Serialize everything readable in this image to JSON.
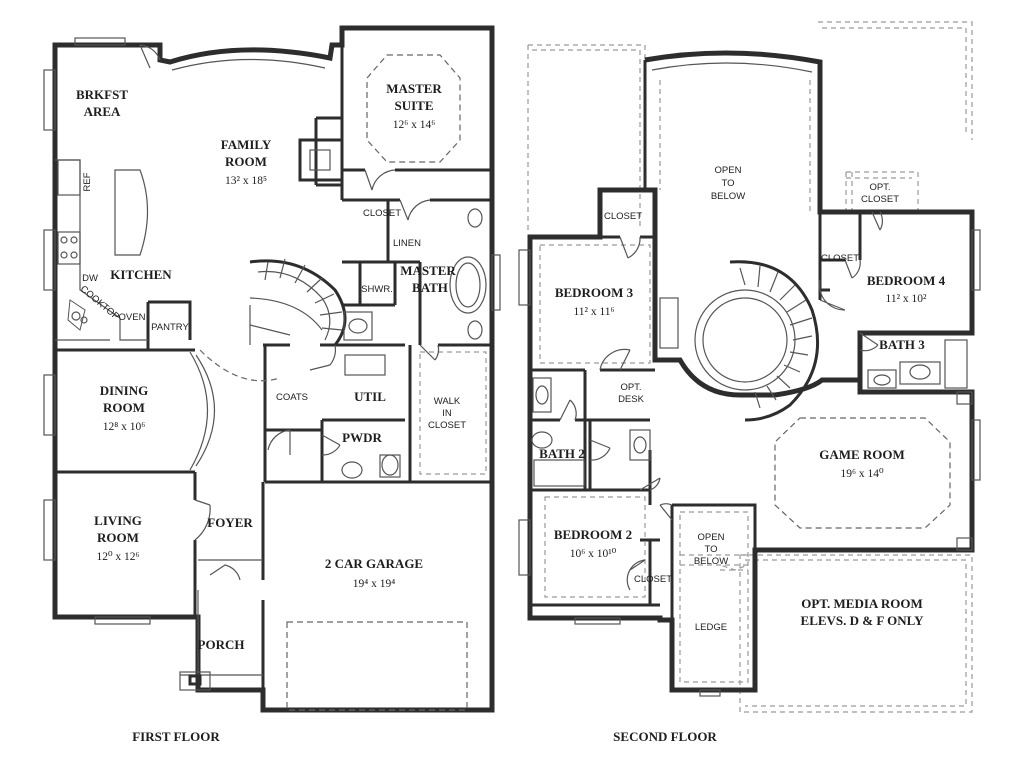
{
  "captions": {
    "first_floor": "FIRST FLOOR",
    "second_floor": "SECOND FLOOR"
  },
  "first_floor": {
    "brkfst_1": "BRKFST",
    "brkfst_2": "AREA",
    "family_1": "FAMILY",
    "family_2": "ROOM",
    "family_dim": "13² x 18⁵",
    "master_suite_1": "MASTER",
    "master_suite_2": "SUITE",
    "master_suite_dim": "12⁶ x 14⁶",
    "closet": "CLOSET",
    "linen": "LINEN",
    "master_bath_1": "MASTER",
    "master_bath_2": "BATH",
    "shwr": "SHWR.",
    "kitchen": "KITCHEN",
    "ref": "REF",
    "dw": "DW",
    "cooktop": "COOKTOP",
    "oven": "OVEN",
    "pantry": "PANTRY",
    "dining_1": "DINING",
    "dining_2": "ROOM",
    "dining_dim": "12⁸ x 10⁶",
    "coats": "COATS",
    "util": "UTIL",
    "walkin_1": "WALK",
    "walkin_2": "IN",
    "walkin_3": "CLOSET",
    "pwdr": "PWDR",
    "living_1": "LIVING",
    "living_2": "ROOM",
    "living_dim": "12⁰ x 12⁶",
    "foyer": "FOYER",
    "garage": "2 CAR GARAGE",
    "garage_dim": "19⁴ x 19⁴",
    "porch": "PORCH"
  },
  "second_floor": {
    "closet_b3": "CLOSET",
    "open1_1": "OPEN",
    "open1_2": "TO",
    "open1_3": "BELOW",
    "opt_closet_1": "OPT.",
    "opt_closet_2": "CLOSET",
    "closet_b4": "CLOSET",
    "bedroom4": "BEDROOM 4",
    "bedroom4_dim": "11² x 10²",
    "bedroom3": "BEDROOM 3",
    "bedroom3_dim": "11² x 11⁶",
    "bath3": "BATH 3",
    "opt_desk_1": "OPT.",
    "opt_desk_2": "DESK",
    "bath2": "BATH 2",
    "game_room": "GAME ROOM",
    "game_room_dim": "19⁶ x 14⁰",
    "bedroom2": "BEDROOM 2",
    "bedroom2_dim": "10⁶ x 10¹⁰",
    "closet_b2": "CLOSET",
    "open2_1": "OPEN",
    "open2_2": "TO",
    "open2_3": "BELOW",
    "ledge": "LEDGE",
    "media_1": "OPT. MEDIA ROOM",
    "media_2": "ELEVS. D & F ONLY"
  }
}
